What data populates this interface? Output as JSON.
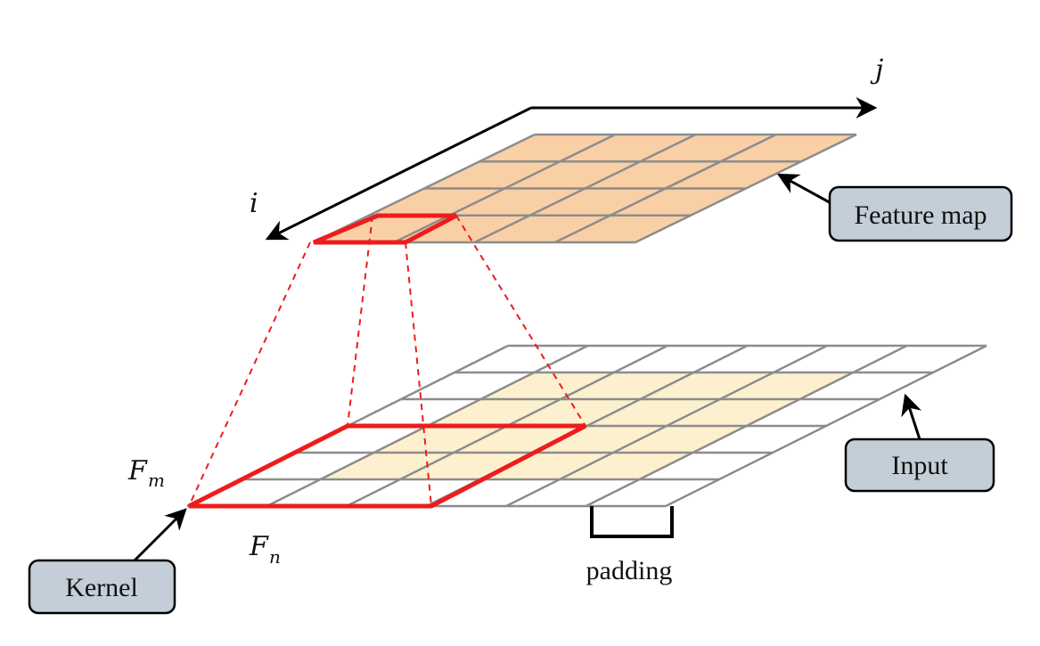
{
  "axes": {
    "i_label": "i",
    "j_label": "j"
  },
  "labels": {
    "feature_map": "Feature map",
    "input": "Input",
    "kernel": "Kernel",
    "padding": "padding",
    "fm_base": "F",
    "fm_sub": "m",
    "fn_base": "F",
    "fn_sub": "n"
  },
  "colors": {
    "feature_fill": "#f9cfa5",
    "input_fill": "#fdf0cf",
    "grid_line": "#8c8c8c",
    "highlight": "#ee1c1c",
    "label_box_fill": "#c3ced8",
    "label_box_border": "#000000"
  }
}
